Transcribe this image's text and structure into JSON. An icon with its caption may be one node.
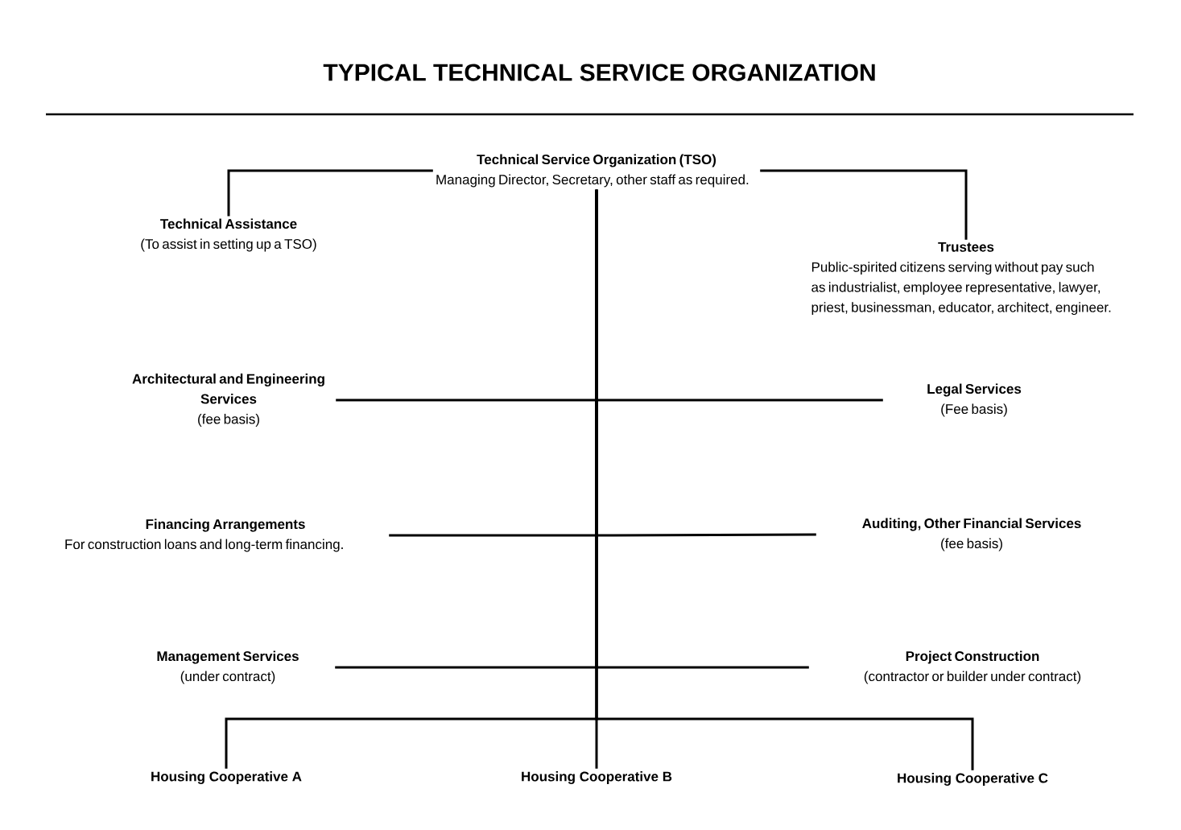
{
  "diagram": {
    "title": "TYPICAL TECHNICAL SERVICE ORGANIZATION",
    "nodes": [
      {
        "text": [
          "Technical Service Organization (TSO)",
          "Managing Director, Secretary, other staff as required."
        ]
      },
      {
        "text": [
          "Technical Assistance",
          "(To assist in setting up a TSO)"
        ]
      },
      {
        "text": [
          "Trustees",
          "Public-spirited citizens serving without pay such as industrialist, employee representative, lawyer, priest, businessman, educator, architect, engineer."
        ]
      },
      {
        "text": [
          "Architectural and Engineering Services",
          "(fee basis)"
        ]
      },
      {
        "text": [
          "Legal Services",
          "(Fee basis)"
        ]
      },
      {
        "text": [
          "Financing Arrangements",
          "For construction loans and long-term financing."
        ]
      },
      {
        "text": [
          "Auditing, Other Financial Services",
          "(fee basis)"
        ]
      },
      {
        "text": [
          "Management Services",
          "(under contract)"
        ]
      },
      {
        "text": [
          "Project Construction",
          "(contractor or builder under contract)"
        ]
      },
      {
        "text": [
          "Housing Cooperative A"
        ]
      },
      {
        "text": [
          "Housing Cooperative B"
        ]
      },
      {
        "text": [
          "Housing Cooperative C"
        ]
      }
    ],
    "edges": [
      {
        "from": 0,
        "to": 1,
        "arrow": "none"
      },
      {
        "from": 0,
        "to": 2,
        "arrow": "none"
      },
      {
        "from": 0,
        "to": 3,
        "arrow": "none"
      },
      {
        "from": 0,
        "to": 4,
        "arrow": "none"
      },
      {
        "from": 0,
        "to": 5,
        "arrow": "none"
      },
      {
        "from": 0,
        "to": 6,
        "arrow": "none"
      },
      {
        "from": 0,
        "to": 7,
        "arrow": "none"
      },
      {
        "from": 0,
        "to": 8,
        "arrow": "none"
      },
      {
        "from": 0,
        "to": 9,
        "arrow": "none"
      },
      {
        "from": 0,
        "to": 10,
        "arrow": "none"
      },
      {
        "from": 0,
        "to": 11,
        "arrow": "none"
      }
    ]
  }
}
